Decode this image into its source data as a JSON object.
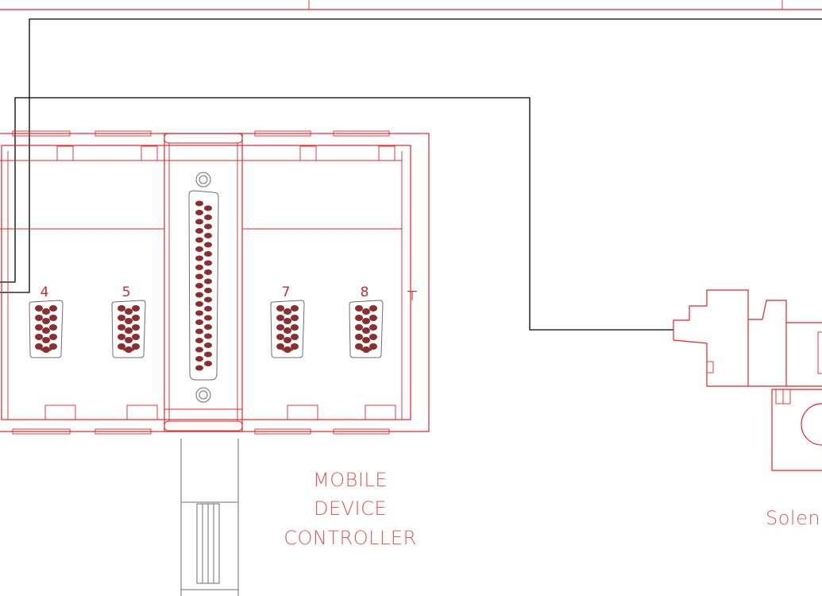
{
  "slot_labels": [
    "4",
    "5",
    "7",
    "8"
  ],
  "controller_label": [
    "MOBILE",
    "DEVICE",
    "CONTROLLER"
  ],
  "solenoid_label": "Solen",
  "colors": {
    "outline": "#e0262b",
    "wire": "#000000",
    "connector": "#8a2e2e",
    "label": "#e45a5a"
  }
}
